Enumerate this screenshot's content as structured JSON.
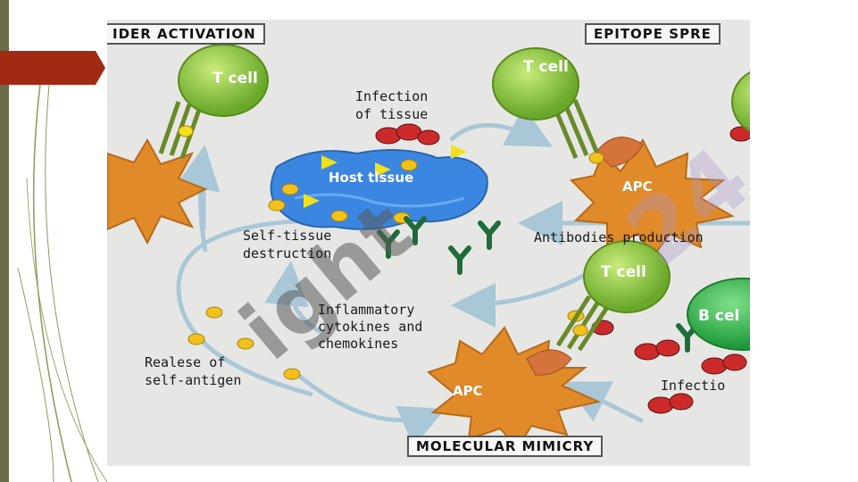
{
  "colors": {
    "slide_bg": "#ffffff",
    "left_bar": "#6b6b4a",
    "red_tab": "#a32a12",
    "diagram_bg": "#e6e7e5",
    "t_cell_green": "#8cc63f",
    "b_cell_green": "#3cb04a",
    "apc_orange": "#e08a2a",
    "host_tissue_blue": "#3a86e0",
    "antigen_yellow": "#f2c21a",
    "antibody_green": "#1f6b3a",
    "arrow_blue": "#a9c7d6",
    "pathogen_red": "#cc2a2a"
  },
  "diagram": {
    "titles": {
      "bystander": "IDER ACTIVATION",
      "epitope": "EPITOPE SPRE",
      "mimicry": "MOLECULAR MIMICRY"
    },
    "cells": {
      "t_cell_left": "T cell",
      "t_cell_right": "T cell",
      "t_cell_mid": "T cell",
      "b_cell": "B cel",
      "apc_right": "APC",
      "apc_bottom": "APC",
      "host_tissue": "Host tissue"
    },
    "labels": {
      "infection": "Infection\nof tissue",
      "self_tissue": "Self-tissue\ndestruction",
      "antibodies": "Antibodies production",
      "inflammatory": "Inflammatory\ncytokines and\nchemokines",
      "release": "Realese of\nself-antigen",
      "infection_right": "Infectio"
    },
    "watermark": "ight",
    "watermark_faint": "24"
  }
}
